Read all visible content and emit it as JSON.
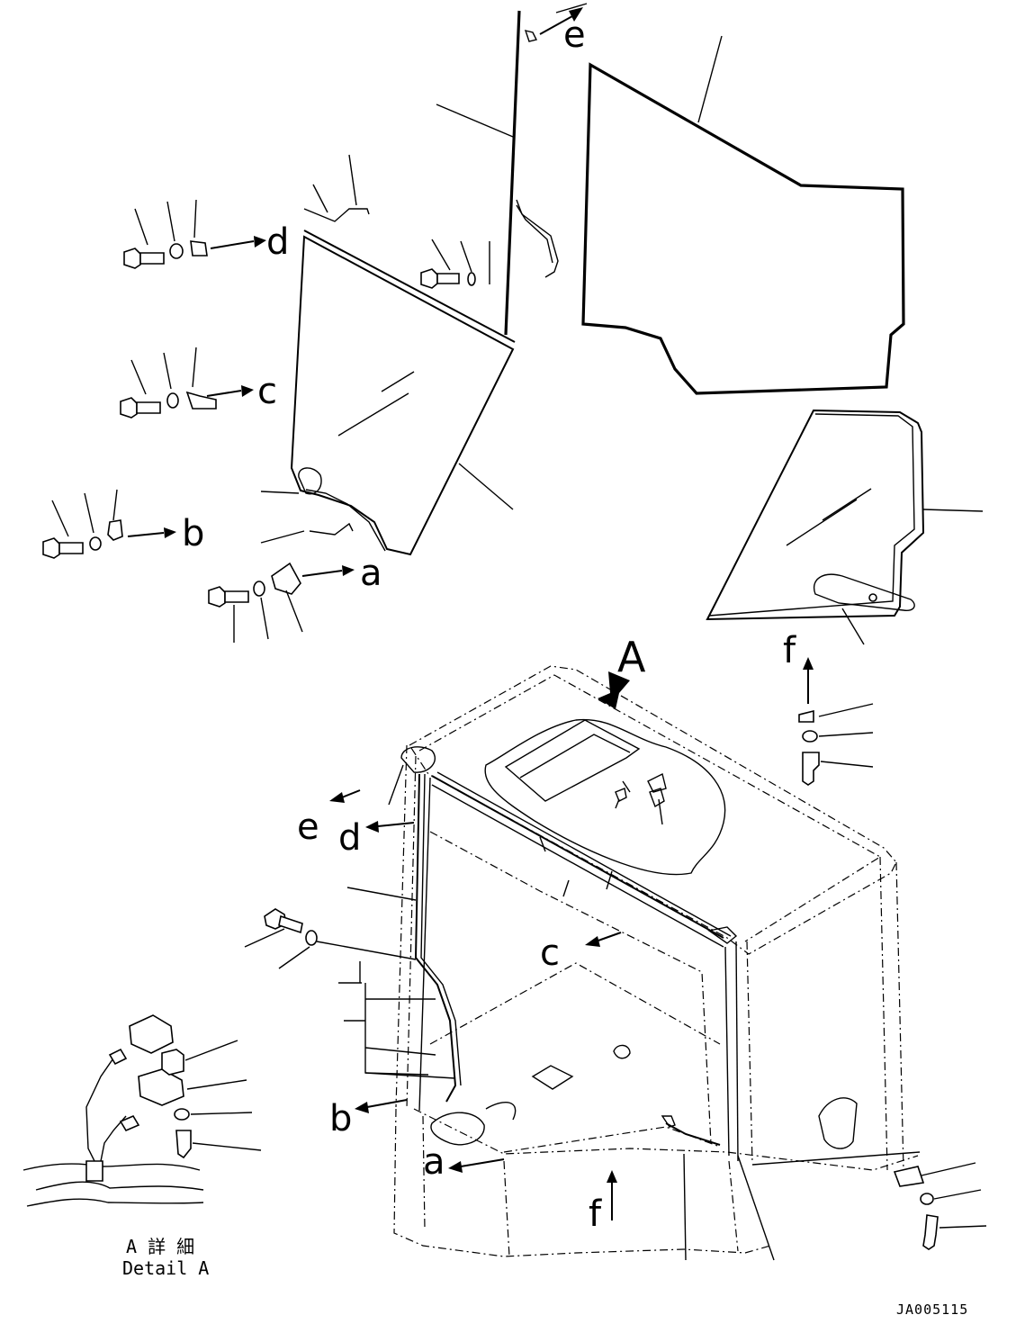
{
  "labels": {
    "e_top": "e",
    "d_top": "d",
    "c_top": "c",
    "b_top": "b",
    "a_top": "a",
    "f_top": "f",
    "view_A": "A",
    "e_cab": "e",
    "d_cab": "d",
    "c_cab": "c",
    "b_cab": "b",
    "a_cab": "a",
    "f_cab": "f"
  },
  "detail": {
    "caption_jp": "A 詳 細",
    "caption_en": "Detail A"
  },
  "drawing_code": "JA005115"
}
